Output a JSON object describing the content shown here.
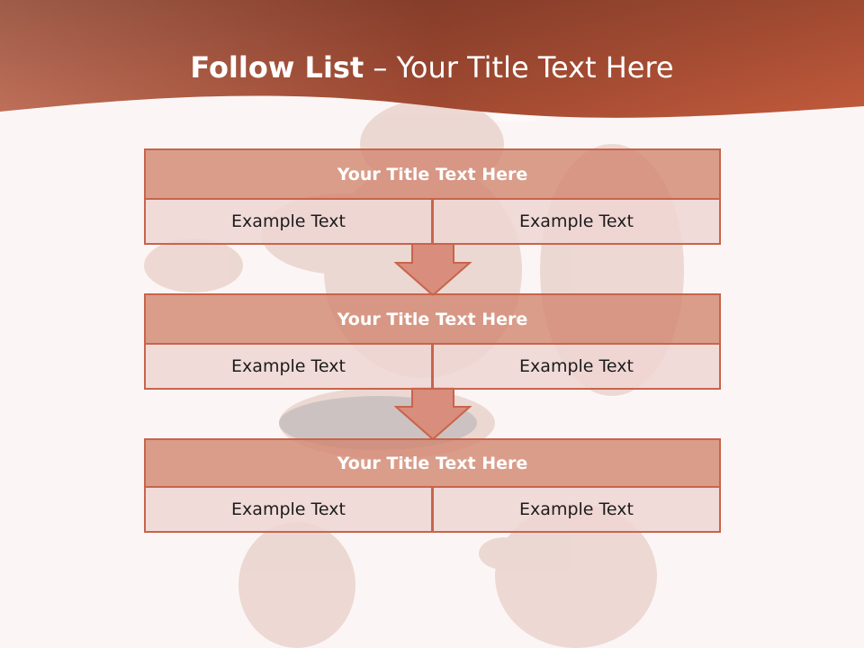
{
  "slide": {
    "title_strong": "Follow List",
    "title_rest": " – Your Title Text Here"
  },
  "boxes": [
    {
      "title": "Your Title Text Here",
      "left": "Example Text",
      "right": "Example Text"
    },
    {
      "title": "Your Title Text Here",
      "left": "Example Text",
      "right": "Example Text"
    },
    {
      "title": "Your Title Text Here",
      "left": "Example Text",
      "right": "Example Text"
    }
  ],
  "colors": {
    "header": "#b95a40",
    "box_title_fill": "#d28973",
    "box_cell_fill": "#eed6d2",
    "border": "#c8644c",
    "arrow": "#d98d7c"
  },
  "background_image": "faded-muscular-figure-illustration"
}
